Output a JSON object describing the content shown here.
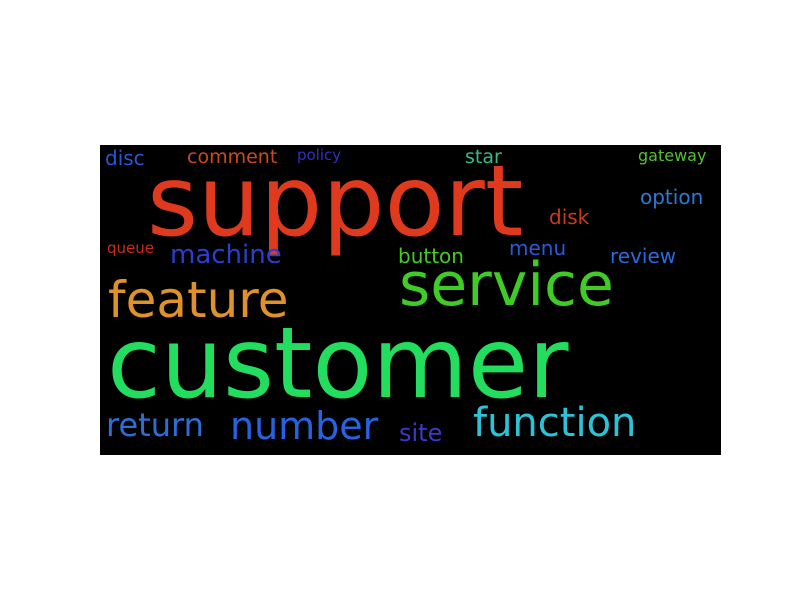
{
  "word_cloud": {
    "background": "#000000",
    "words": [
      {
        "text": "support",
        "color": "#e03a1e"
      },
      {
        "text": "customer",
        "color": "#22dd5e"
      },
      {
        "text": "service",
        "color": "#3fcc24"
      },
      {
        "text": "feature",
        "color": "#e0922a"
      },
      {
        "text": "function",
        "color": "#2bc3d8"
      },
      {
        "text": "number",
        "color": "#2563e0"
      },
      {
        "text": "return",
        "color": "#2a6fd6"
      },
      {
        "text": "machine",
        "color": "#2a3fd0"
      },
      {
        "text": "disc",
        "color": "#2a55d6"
      },
      {
        "text": "comment",
        "color": "#cc4a1a"
      },
      {
        "text": "policy",
        "color": "#3030c0"
      },
      {
        "text": "star",
        "color": "#30c080"
      },
      {
        "text": "gateway",
        "color": "#55c030"
      },
      {
        "text": "option",
        "color": "#2a7ad6"
      },
      {
        "text": "disk",
        "color": "#cc3a1a"
      },
      {
        "text": "queue",
        "color": "#cc2a1a"
      },
      {
        "text": "button",
        "color": "#44cc22"
      },
      {
        "text": "menu",
        "color": "#2a5ad6"
      },
      {
        "text": "review",
        "color": "#2a6ae0"
      },
      {
        "text": "site",
        "color": "#3a3ac8"
      }
    ]
  }
}
